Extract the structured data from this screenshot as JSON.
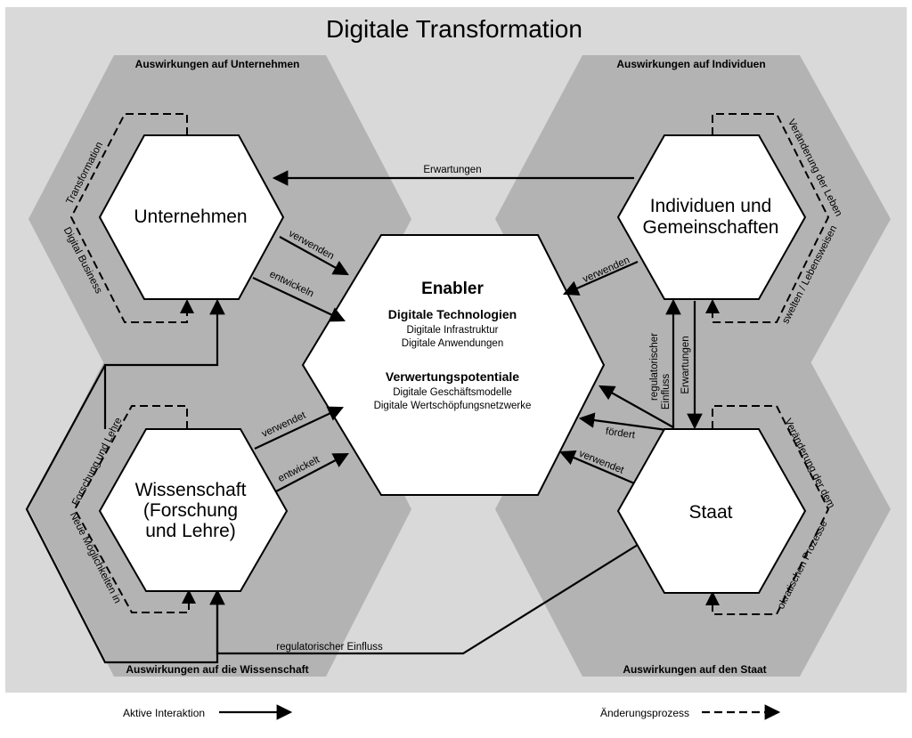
{
  "title": "Digitale Transformation",
  "quadrants": {
    "top_left": "Auswirkungen auf Unternehmen",
    "top_right": "Auswirkungen auf Individuen",
    "bottom_left": "Auswirkungen auf die Wissenschaft",
    "bottom_right": "Auswirkungen auf den Staat"
  },
  "nodes": {
    "unternehmen": "Unternehmen",
    "individuen_1": "Individuen und",
    "individuen_2": "Gemeinschaften",
    "wissenschaft_1": "Wissenschaft",
    "wissenschaft_2": "(Forschung",
    "wissenschaft_3": "und Lehre)",
    "staat": "Staat"
  },
  "enabler": {
    "title": "Enabler",
    "group1_title": "Digitale Technologien",
    "group1_items": [
      "Digitale Infrastruktur",
      "Digitale Anwendungen"
    ],
    "group2_title": "Verwertungspotentiale",
    "group2_items": [
      "Digitale Geschäftsmodelle",
      "Digitale Wertschöpfungsnetzwerke"
    ]
  },
  "edges": {
    "erwartungen_top": "Erwartungen",
    "u_verwenden": "verwenden",
    "u_entwickeln": "entwickeln",
    "i_verwenden": "verwenden",
    "w_verwendet": "verwendet",
    "w_entwickelt": "entwickelt",
    "s_foerdert": "fördert",
    "s_verwendet": "verwendet",
    "reg_1": "regulatorischer",
    "reg_2": "Einfluss",
    "erwartungen_vertical": "Erwartungen",
    "reg_bottom": "regulatorischer Einfluss"
  },
  "change_processes": {
    "unternehmen_1": "Transformation",
    "unternehmen_2": "Digital Business",
    "individuen_1": "Veränderung der Leben",
    "individuen_2": "swelten / Lebensweisen",
    "wissenschaft_1": "Forschung und Lehre",
    "wissenschaft_2": "Neue Möglichkeiten in",
    "staat_1": "Veränderung der dem",
    "staat_2": "okratischen Prozesse"
  },
  "legend": {
    "active": "Aktive Interaktion",
    "change": "Änderungsprozess"
  },
  "colors": {
    "background_outer": "#d9d9d9",
    "quadrant_fill": "#b3b3b3",
    "node_fill": "#ffffff",
    "stroke": "#000000"
  }
}
